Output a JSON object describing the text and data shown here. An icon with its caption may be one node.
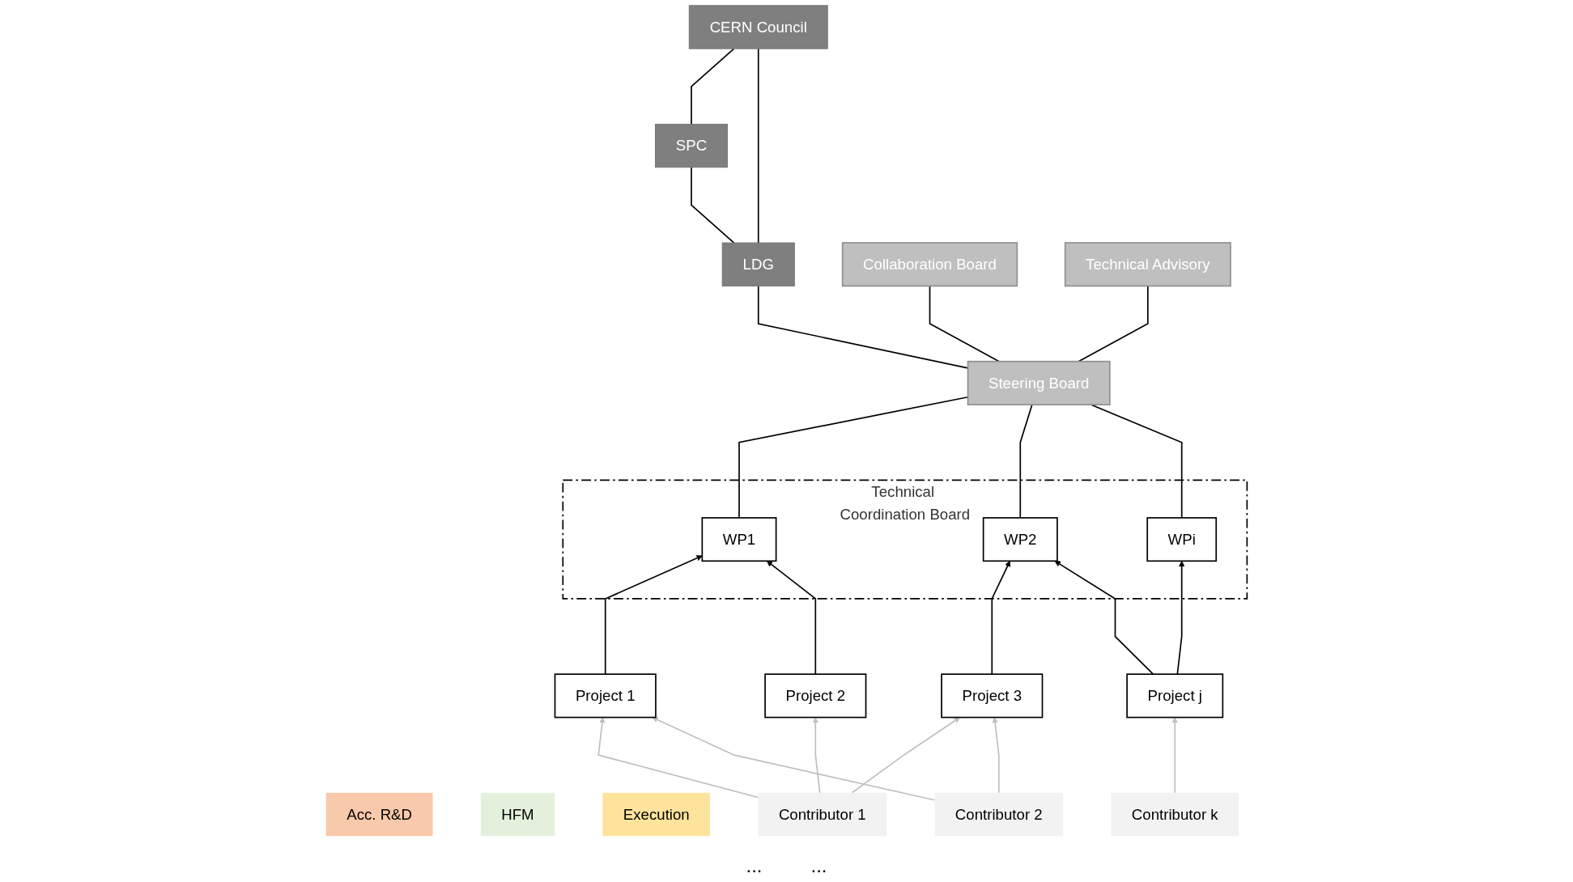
{
  "diagram": {
    "nodes": [
      {
        "text": [
          "Acc. R&D"
        ]
      },
      {
        "text": [
          "HFM"
        ]
      },
      {
        "text": [
          "Execution"
        ]
      },
      {
        "text": [
          "CERN Council"
        ]
      },
      {
        "text": [
          "SPC"
        ]
      },
      {
        "text": [
          "LDG"
        ]
      },
      {
        "text": [
          "Collaboration Board"
        ]
      },
      {
        "text": [
          "Steering Board"
        ]
      },
      {
        "text": [
          "Technical Advisory"
        ]
      },
      {
        "text": [
          "Technical Coordination Board"
        ]
      },
      {
        "text": [
          "WP1"
        ],
        "in": 9
      },
      {
        "text": [
          "WP2"
        ],
        "in": 9
      },
      {
        "text": [
          "WPi"
        ],
        "in": 9
      },
      {
        "text": [
          "Project 1"
        ]
      },
      {
        "text": [
          "Project 2"
        ]
      },
      {
        "text": [
          "Project 3"
        ]
      },
      {
        "text": [
          "Project j"
        ]
      },
      {
        "text": [
          "Contributor 1"
        ]
      },
      {
        "text": [
          "Contributor 2"
        ]
      },
      {
        "text": [
          "Contributor k"
        ]
      }
    ],
    "edges": [
      {
        "from": 3,
        "to": 4,
        "arrow": "none"
      },
      {
        "from": 3,
        "to": 5,
        "arrow": "none"
      },
      {
        "from": 5,
        "to": 4,
        "arrow": "none"
      },
      {
        "from": 5,
        "to": 7,
        "arrow": "none"
      },
      {
        "from": 6,
        "to": 7,
        "arrow": "none"
      },
      {
        "from": 7,
        "to": 8,
        "arrow": "none"
      },
      {
        "from": 7,
        "to": 10,
        "arrow": "none"
      },
      {
        "from": 7,
        "to": 11,
        "arrow": "none"
      },
      {
        "from": 7,
        "to": 12,
        "arrow": "none"
      },
      {
        "from": 13,
        "to": 10,
        "arrow": "to"
      },
      {
        "from": 14,
        "to": 10,
        "arrow": "to"
      },
      {
        "from": 15,
        "to": 11,
        "arrow": "to"
      },
      {
        "from": 16,
        "to": 11,
        "arrow": "to"
      },
      {
        "from": 16,
        "to": 12,
        "arrow": "to"
      },
      {
        "from": 17,
        "to": 13,
        "arrow": "to",
        "color": "#bfbfbf"
      },
      {
        "from": 17,
        "to": 14,
        "arrow": "to",
        "color": "#bfbfbf"
      },
      {
        "from": 17,
        "to": 15,
        "arrow": "to",
        "color": "#bfbfbf"
      },
      {
        "from": 18,
        "to": 13,
        "arrow": "to",
        "color": "#bfbfbf"
      },
      {
        "from": 18,
        "to": 15,
        "arrow": "to",
        "color": "#bfbfbf"
      },
      {
        "from": 19,
        "to": 16,
        "arrow": "to",
        "color": "#bfbfbf"
      }
    ],
    "labels": [
      "...",
      "..."
    ]
  }
}
